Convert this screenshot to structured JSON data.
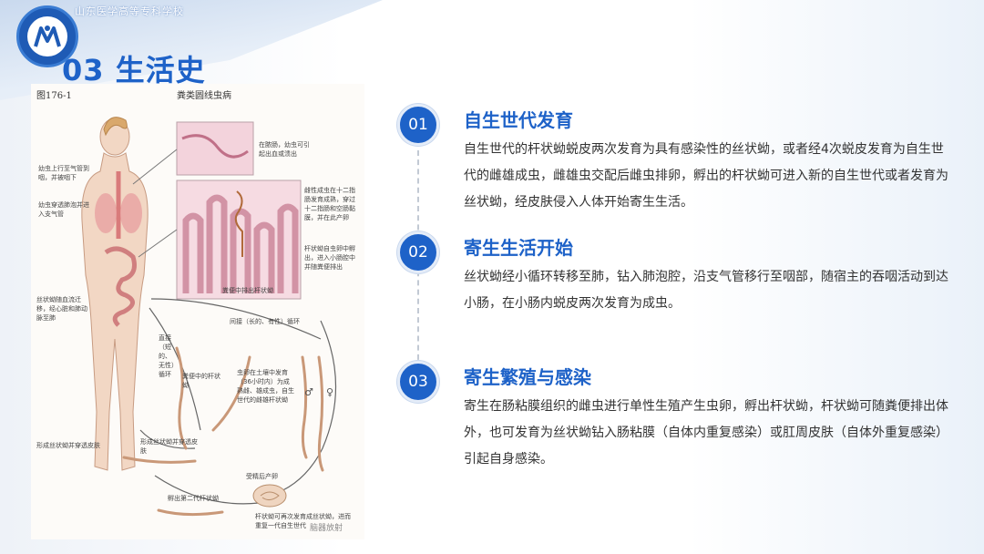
{
  "header": {
    "school_name": "山东医学高等专科学校",
    "title": "03 生活史"
  },
  "figure": {
    "fig_number": "图176-1",
    "fig_title": "粪类圆线虫病",
    "notes": [
      "幼虫上行至气管到咽，并被咽下",
      "幼虫穿透肺泡并进入支气管",
      "在脓肠，幼虫可引起出血或溃出",
      "雌性成虫在十二指肠发育成熟，穿过十二指肠和空肠黏膜，并在此产卵",
      "杆状蚴自虫卵中孵出，进入小肠腔中并随粪便排出",
      "丝状蚴随血流迁移，经心脏和肺动脉至肺",
      "粪便中排出杆状蚴",
      "间接（长的、有性）循环",
      "直接（短的、无性）循环",
      "粪便中的杆状蚴",
      "虫卵在土壤中发育（36小时内）为成熟雌、雄成虫，自生世代的雌雄杆状蚴",
      "形成丝状蚴并穿透皮肤",
      "形成丝状蚴并穿透皮肤",
      "受精后产卵",
      "孵出第二代杆状蚴",
      "杆状蚴可再次发育成丝状蚴，进而重复一代自生世代"
    ],
    "watermark": "脑器放射"
  },
  "sections": [
    {
      "number": "01",
      "title": "自生世代发育",
      "body": "自生世代的杆状蚴蜕皮两次发育为具有感染性的丝状蚴，或者经4次蜕皮发育为自生世代的雌雄成虫，雌雄虫交配后雌虫排卵，孵出的杆状蚴可进入新的自生世代或者发育为丝状蚴，经皮肤侵入人体开始寄生生活。"
    },
    {
      "number": "02",
      "title": "寄生生活开始",
      "body": "丝状蚴经小循环转移至肺，钻入肺泡腔，沿支气管移行至咽部，随宿主的吞咽活动到达小肠，在小肠内蜕皮两次发育为成虫。"
    },
    {
      "number": "03",
      "title": "寄生繁殖与感染",
      "body": "寄生在肠粘膜组织的雌虫进行单性生殖产生虫卵，孵出杆状蚴，杆状蚴可随粪便排出体外，也可发育为丝状蚴钻入肠粘膜（自体内重复感染）或肛周皮肤（自体外重复感染）引起自身感染。"
    }
  ],
  "colors": {
    "accent": "#1e62c8",
    "text": "#333333"
  }
}
